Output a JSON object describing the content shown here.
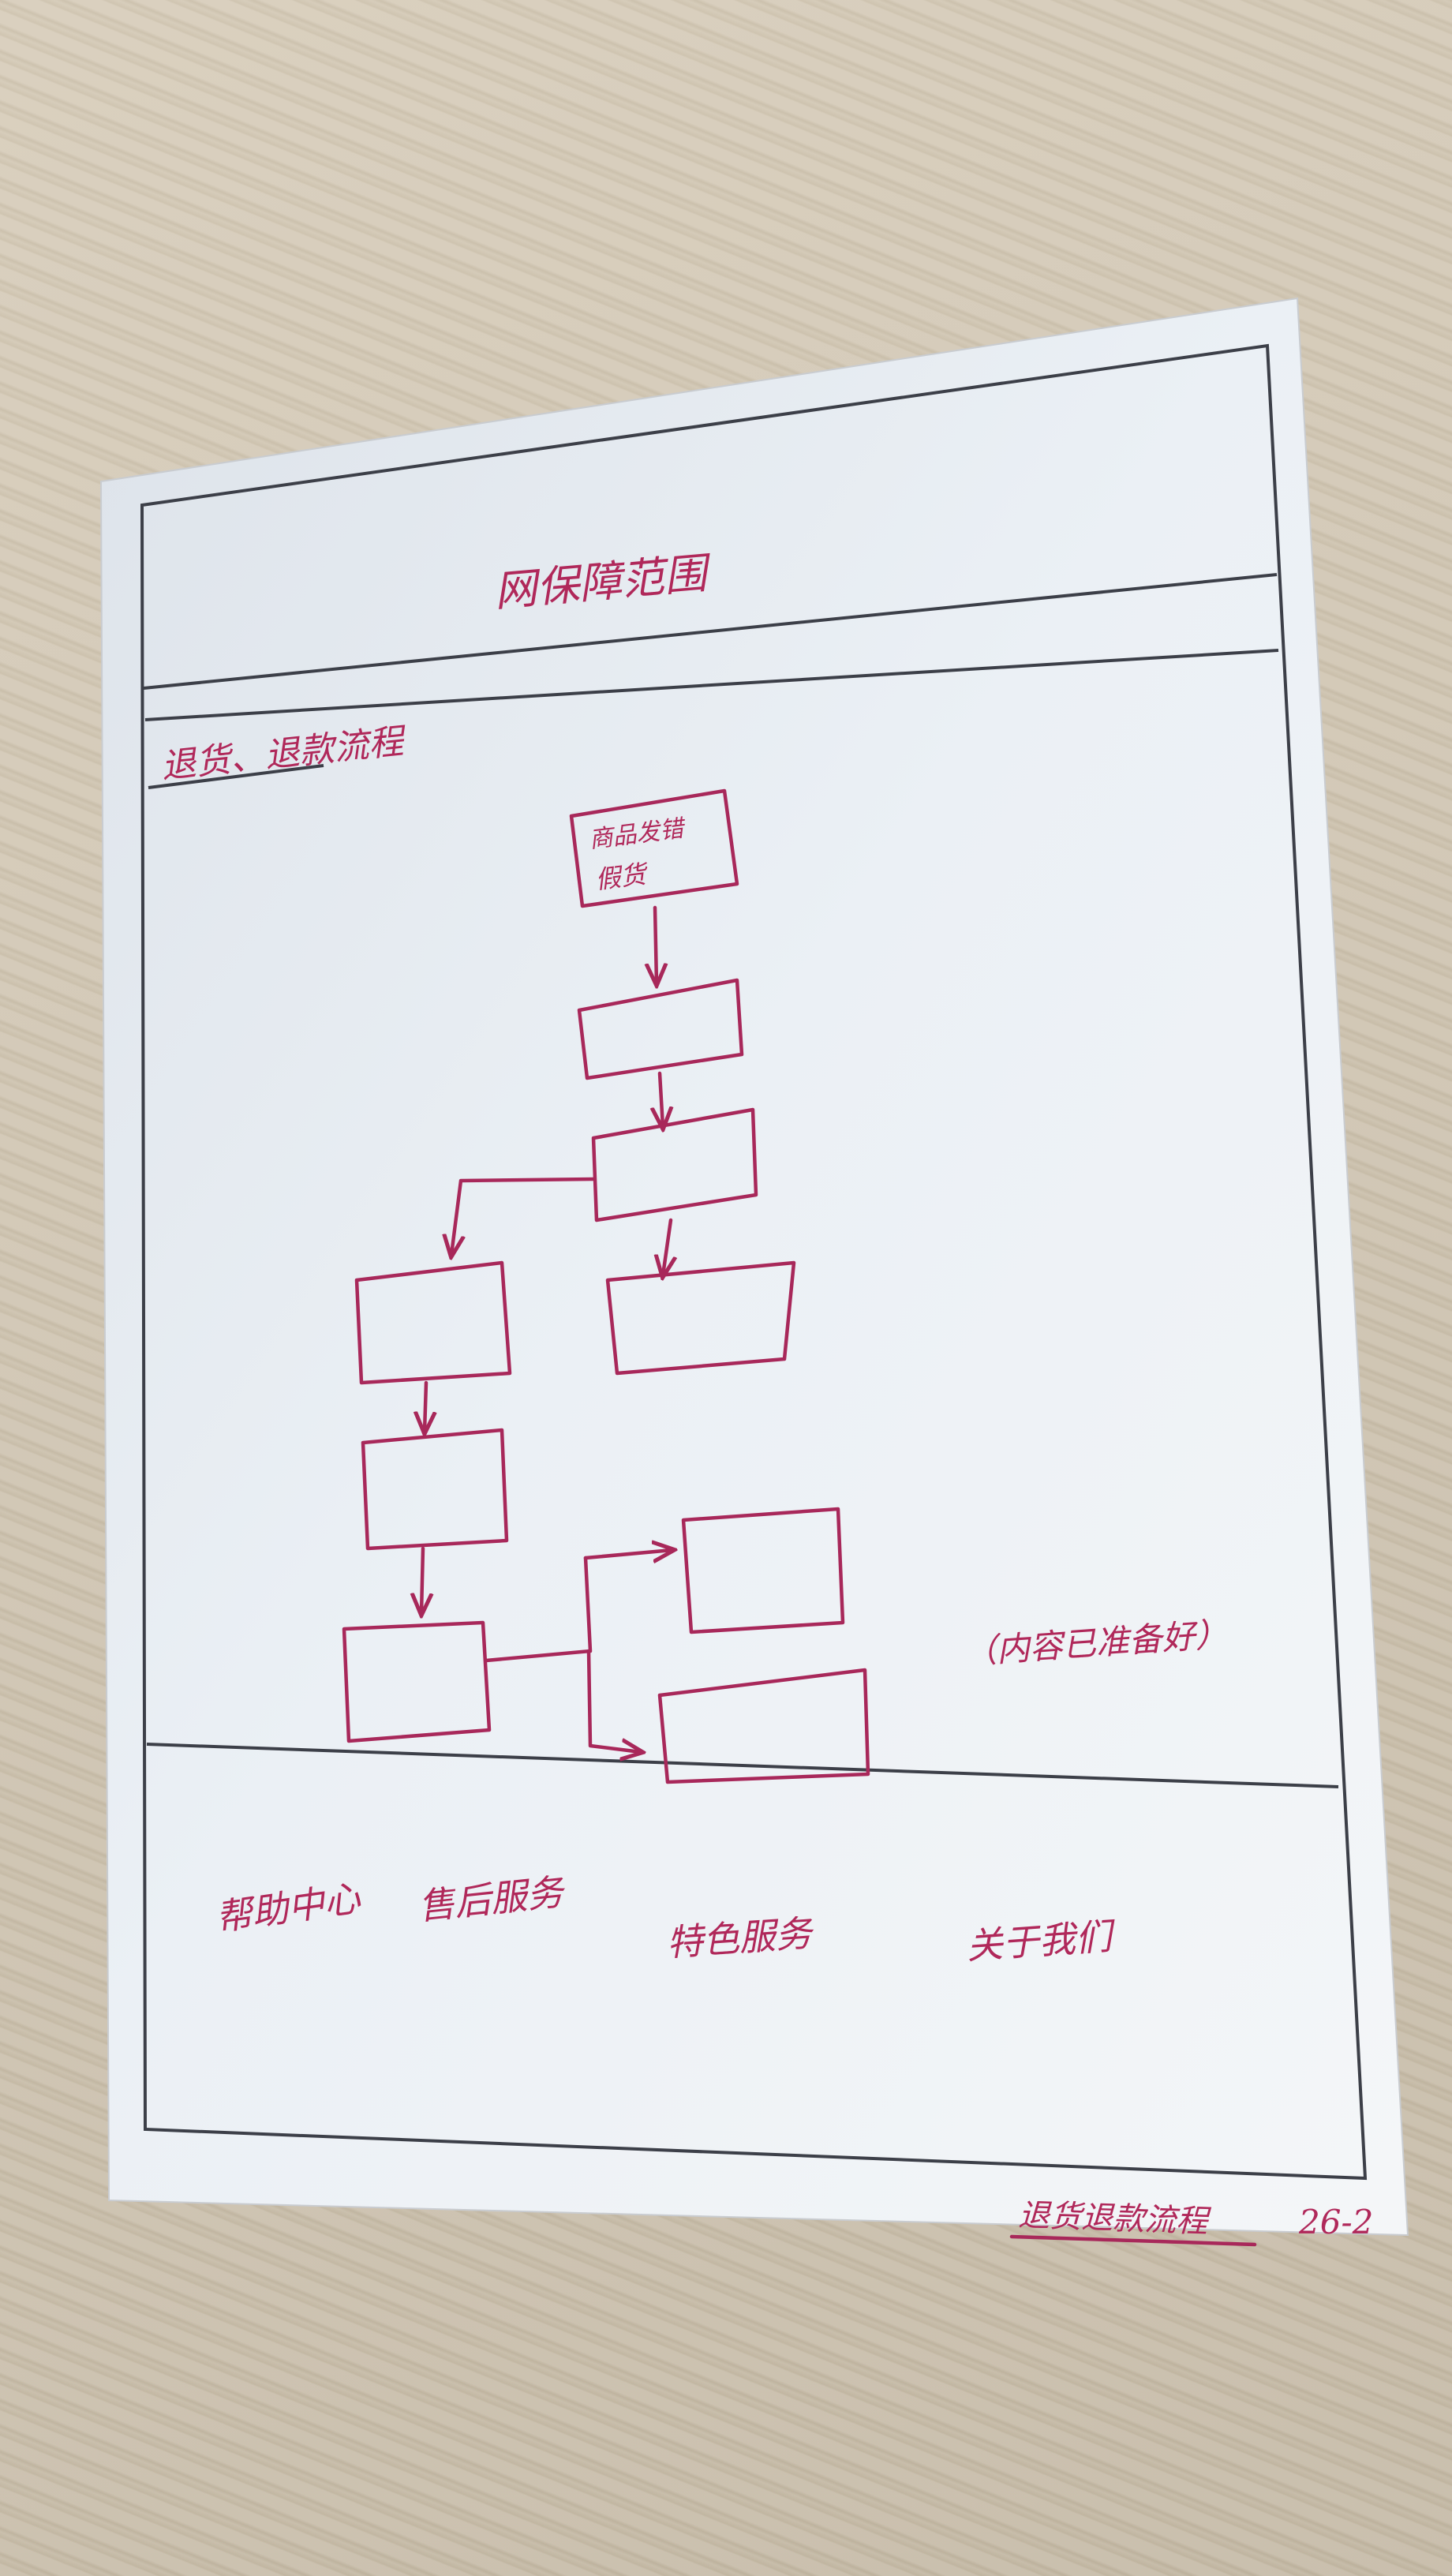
{
  "sketch": {
    "page_title": "网保障范围",
    "section_title": "退货、退款流程",
    "first_step": {
      "line1": "商品发错",
      "line2": "假货"
    },
    "note": "（内容已准备好）",
    "footer_links": [
      "帮助中心",
      "售后服务",
      "特色服务",
      "关于我们"
    ],
    "page_caption": "退货退款流程",
    "page_number": "26-2"
  },
  "colors": {
    "ink": "#a8285a",
    "pencil": "#3c3f48",
    "paper": "#e9eef3",
    "desk": "#d6cbb8"
  }
}
